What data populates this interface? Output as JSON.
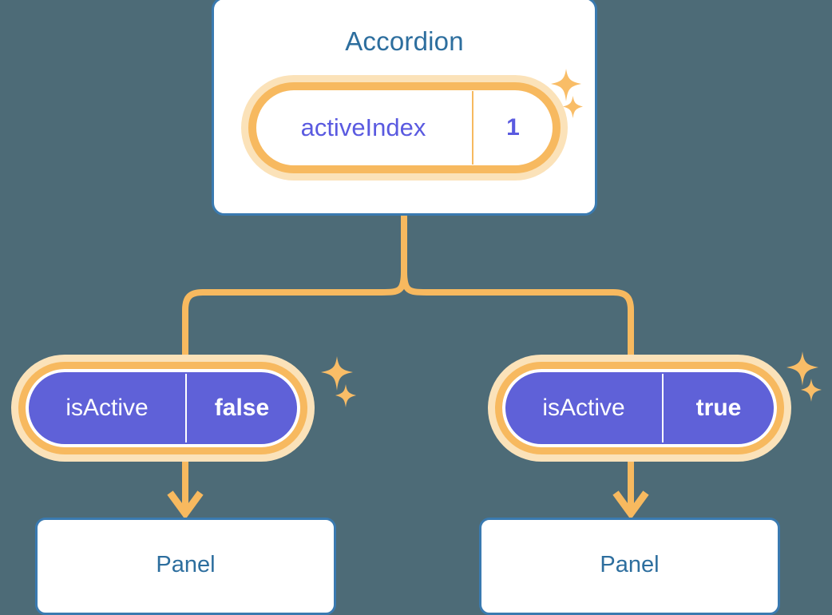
{
  "diagram": {
    "title_semantic": "react-component-state-tree",
    "background_color": "#4d6b77",
    "accent_orange": "#f7b95f",
    "accent_orange_halo": "#fbe2b9",
    "accent_blue": "#3a7ab0",
    "text_blue": "#2d6e9e",
    "pill_purple": "#5f61d8",
    "value_purple": "#5a5ae0",
    "card_background": "#ffffff"
  },
  "root": {
    "component_name": "Accordion",
    "state": {
      "key": "activeIndex",
      "value": "1"
    }
  },
  "branches": [
    {
      "id": "left",
      "prop": {
        "key": "isActive",
        "value": "false"
      },
      "child": {
        "component_name": "Panel"
      }
    },
    {
      "id": "right",
      "prop": {
        "key": "isActive",
        "value": "true"
      },
      "child": {
        "component_name": "Panel"
      }
    }
  ],
  "decorations": {
    "sparkle_large": "sparkle-four-point-large",
    "sparkle_small": "sparkle-four-point-small"
  }
}
